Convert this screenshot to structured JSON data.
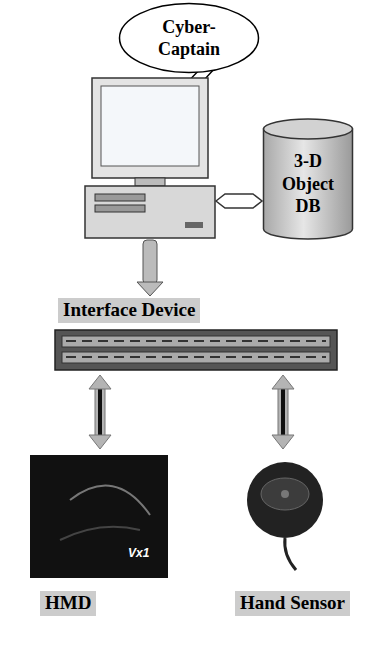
{
  "diagram": {
    "nodes": [
      {
        "text": [
          "Cyber- Captain"
        ]
      },
      {
        "text": [
          "3-D Object DB"
        ]
      },
      {
        "text": [
          "Interface Device"
        ]
      },
      {
        "text": [
          "HMD"
        ]
      },
      {
        "text": [
          "Hand Sensor"
        ]
      }
    ],
    "edges": [
      {
        "from": 2,
        "to": 3,
        "arrow": "both"
      },
      {
        "from": 2,
        "to": 4,
        "arrow": "both"
      }
    ],
    "labels": [
      "Vx1"
    ]
  }
}
